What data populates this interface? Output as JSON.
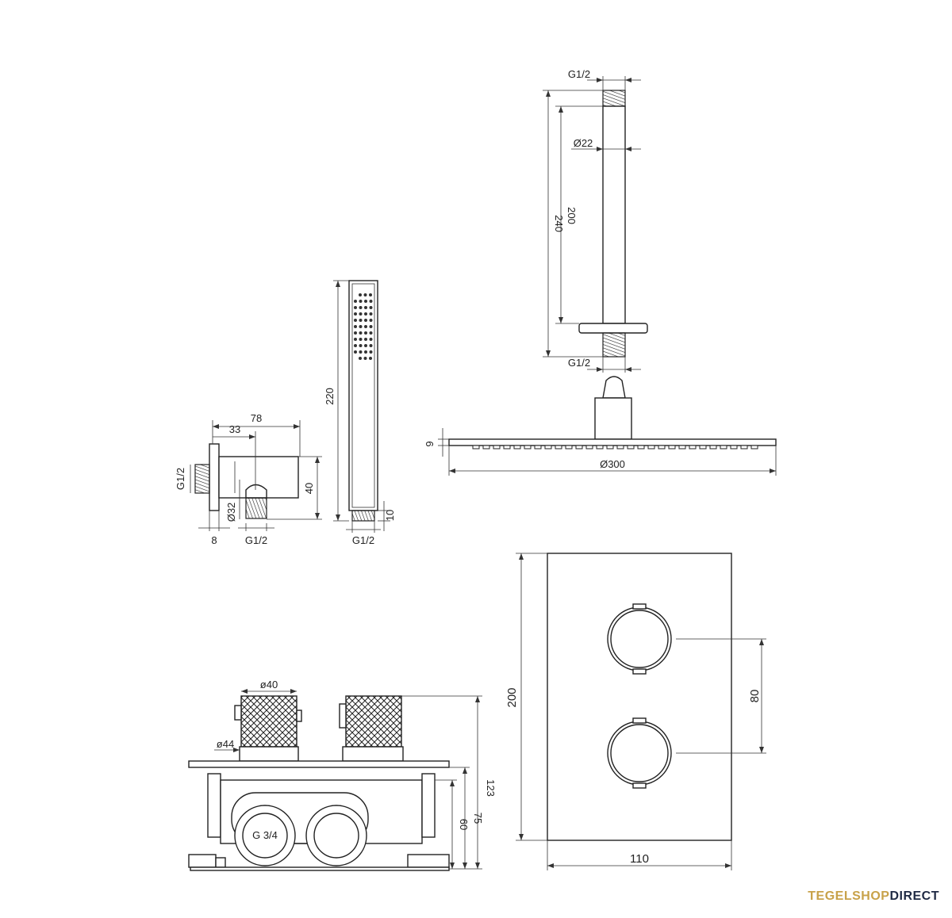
{
  "labels": {
    "wall_g12": "G1/2",
    "wall_78": "78",
    "wall_33": "33",
    "wall_40": "40",
    "wall_d32": "Ø32",
    "wall_8": "8",
    "wall_g12_bottom": "G1/2",
    "hand_220": "220",
    "hand_10": "10",
    "hand_g12": "G1/2",
    "arm_g12_top": "G1/2",
    "arm_d22": "Ø22",
    "arm_200": "200",
    "arm_240": "240",
    "arm_g12_bottom": "G1/2",
    "head_9": "9",
    "head_d300": "Ø300",
    "valve_d40": "ø40",
    "valve_d44": "ø44",
    "valve_123": "123",
    "valve_75": "75",
    "valve_60": "60",
    "valve_g34": "G 3/4",
    "plate_200": "200",
    "plate_80": "80",
    "plate_110": "110"
  },
  "brand": {
    "part1": "TEGELSHOP",
    "part2": "DIRECT",
    "color_gold": "#c8a24a",
    "color_navy": "#1f2a44"
  }
}
